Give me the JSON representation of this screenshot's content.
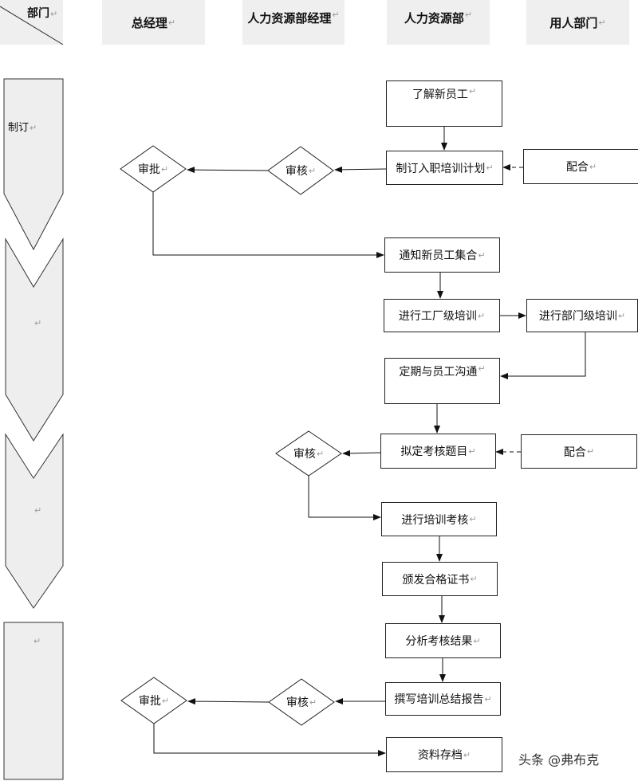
{
  "header": {
    "corner_label": "部门",
    "columns": [
      "总经理",
      "人力资源部经理",
      "人力资源部",
      "用人部门"
    ]
  },
  "stages": [
    "制订",
    "",
    "",
    ""
  ],
  "nodes": {
    "understand": "了解新员工",
    "plan": "制订入职培训计划",
    "cooperate1": "配合",
    "review1": "审核",
    "approve1": "审批",
    "notify": "通知新员工集合",
    "factory_training": "进行工厂级培训",
    "dept_training": "进行部门级培训",
    "communicate": "定期与员工沟通",
    "draft_exam": "拟定考核题目",
    "cooperate2": "配合",
    "review2": "审核",
    "conduct_exam": "进行培训考核",
    "certificate": "颁发合格证书",
    "analyze": "分析考核结果",
    "report": "撰写培训总结报告",
    "review3": "审核",
    "approve2": "审批",
    "archive": "资料存档"
  },
  "watermark": "头条 @弗布克"
}
